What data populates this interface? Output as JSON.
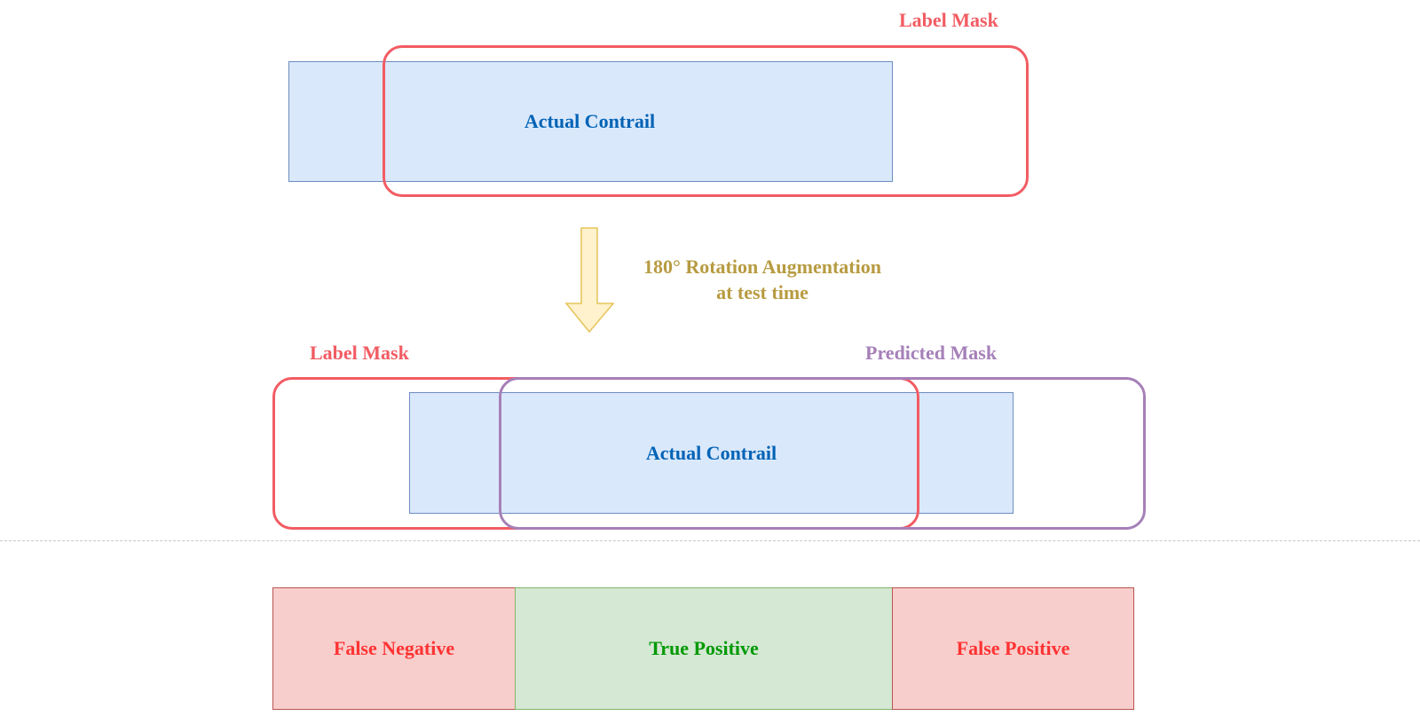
{
  "colors": {
    "label_mask": "#f25c63",
    "predicted_mask": "#a680b8",
    "contrail_fill": "#dae8fc",
    "contrail_border": "#6c8ebf",
    "contrail_text": "#0063b5",
    "arrow_fill": "#fff2cc",
    "arrow_border": "#e6c35a",
    "augmentation_text": "#b79b41",
    "error_fill": "#f8cecc",
    "error_border": "#b85450",
    "error_text": "#ff3333",
    "correct_fill": "#d5e8d4",
    "correct_border": "#82b366",
    "correct_text": "#009900"
  },
  "top": {
    "label_mask": "Label Mask",
    "contrail": "Actual Contrail"
  },
  "transform": {
    "line1": "180° Rotation Augmentation",
    "line2": "at test time"
  },
  "middle": {
    "label_mask": "Label Mask",
    "predicted_mask": "Predicted Mask",
    "contrail": "Actual Contrail"
  },
  "outcome": {
    "cells": [
      {
        "label": "False Negative",
        "kind": "error"
      },
      {
        "label": "True Positive",
        "kind": "correct"
      },
      {
        "label": "False Positive",
        "kind": "error"
      }
    ]
  }
}
